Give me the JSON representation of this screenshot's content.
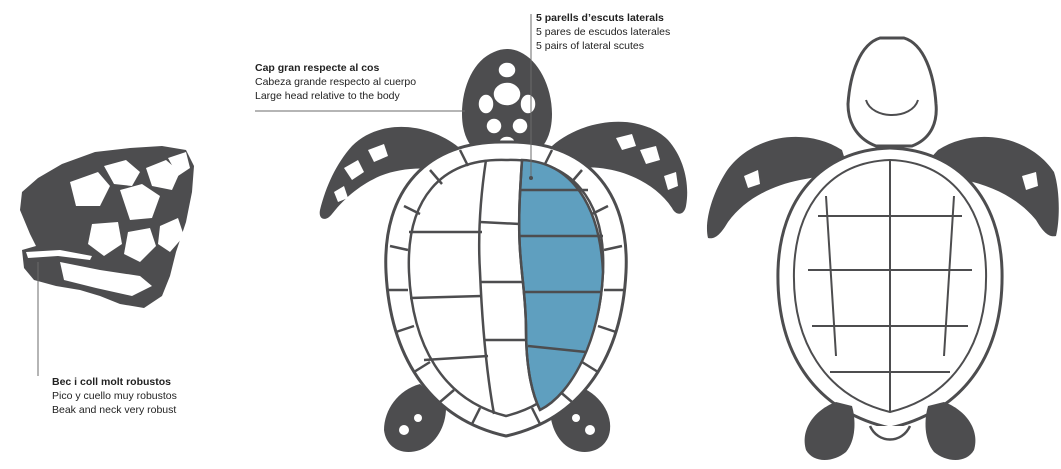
{
  "colors": {
    "body": "#4d4d4f",
    "outline": "#4d4d4f",
    "plate": "#ffffff",
    "highlight": "#5f9fbf",
    "leader": "#6b6b6b",
    "text": "#222222"
  },
  "annotations": {
    "head": {
      "ca": "Cap gran respecte al cos",
      "es": "Cabeza grande respecto al cuerpo",
      "en": "Large head relative to the body"
    },
    "scutes": {
      "ca": "5 parells d’escuts laterals",
      "es": "5 pares de escudos laterales",
      "en": "5 pairs of lateral scutes"
    },
    "beak": {
      "ca": "Bec i coll molt robustos",
      "es": "Pico y cuello muy robustos",
      "en": "Beak and neck very robust"
    }
  }
}
